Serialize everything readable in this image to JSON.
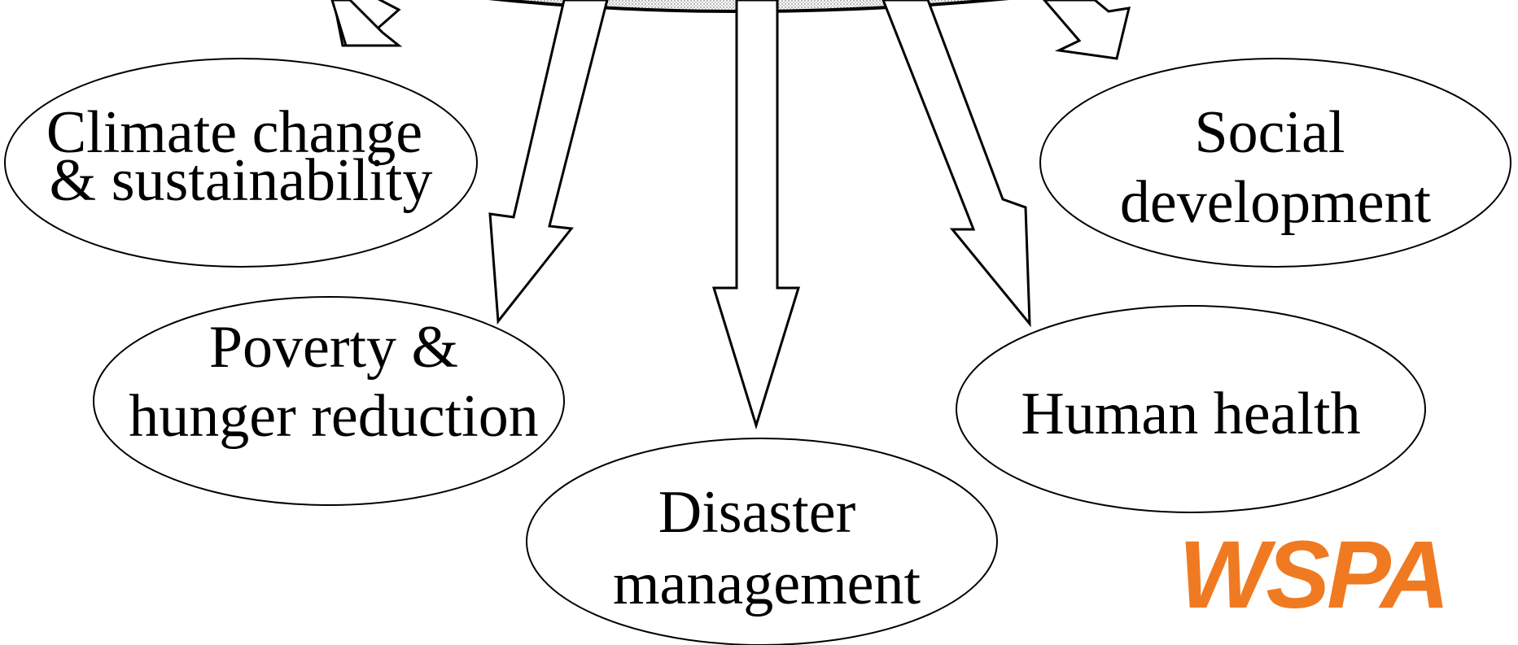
{
  "diagram": {
    "nodes": [
      {
        "id": "climate",
        "lines": [
          "Climate change",
          "& sustainability"
        ]
      },
      {
        "id": "poverty",
        "lines": [
          "Poverty &",
          "hunger reduction"
        ]
      },
      {
        "id": "disaster",
        "lines": [
          "Disaster",
          "management"
        ]
      },
      {
        "id": "health",
        "lines": [
          "Human health"
        ]
      },
      {
        "id": "social",
        "lines": [
          "Social",
          "development"
        ]
      }
    ],
    "logo": {
      "text": "WSPA",
      "color": "#f07a22"
    },
    "colors": {
      "stroke": "#000000",
      "fill": "#ffffff",
      "hub_fill": "#d9d9d9"
    }
  }
}
